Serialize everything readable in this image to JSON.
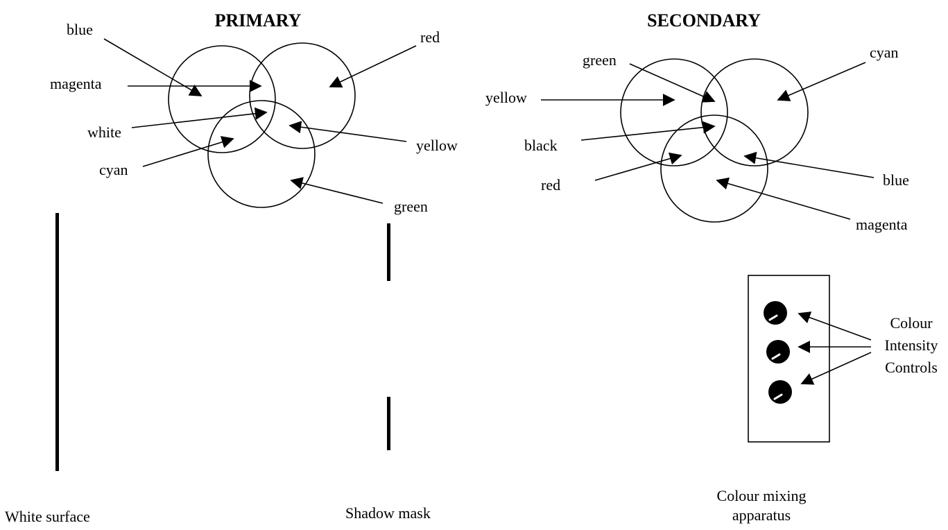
{
  "primary": {
    "title": "PRIMARY",
    "labels": {
      "blue": "blue",
      "red": "red",
      "magenta": "magenta",
      "white": "white",
      "yellow": "yellow",
      "cyan": "cyan",
      "green": "green"
    }
  },
  "secondary": {
    "title": "SECONDARY",
    "labels": {
      "green": "green",
      "cyan": "cyan",
      "yellow": "yellow",
      "black": "black",
      "red": "red",
      "blue": "blue",
      "magenta": "magenta"
    }
  },
  "controls": {
    "line1": "Colour",
    "line2": "Intensity",
    "line3": "Controls"
  },
  "captions": {
    "white_surface": "White surface",
    "shadow_mask": "Shadow mask",
    "apparatus_line1": "Colour mixing",
    "apparatus_line2": "apparatus"
  },
  "colors": {
    "line": "#000000",
    "background": "#ffffff"
  }
}
